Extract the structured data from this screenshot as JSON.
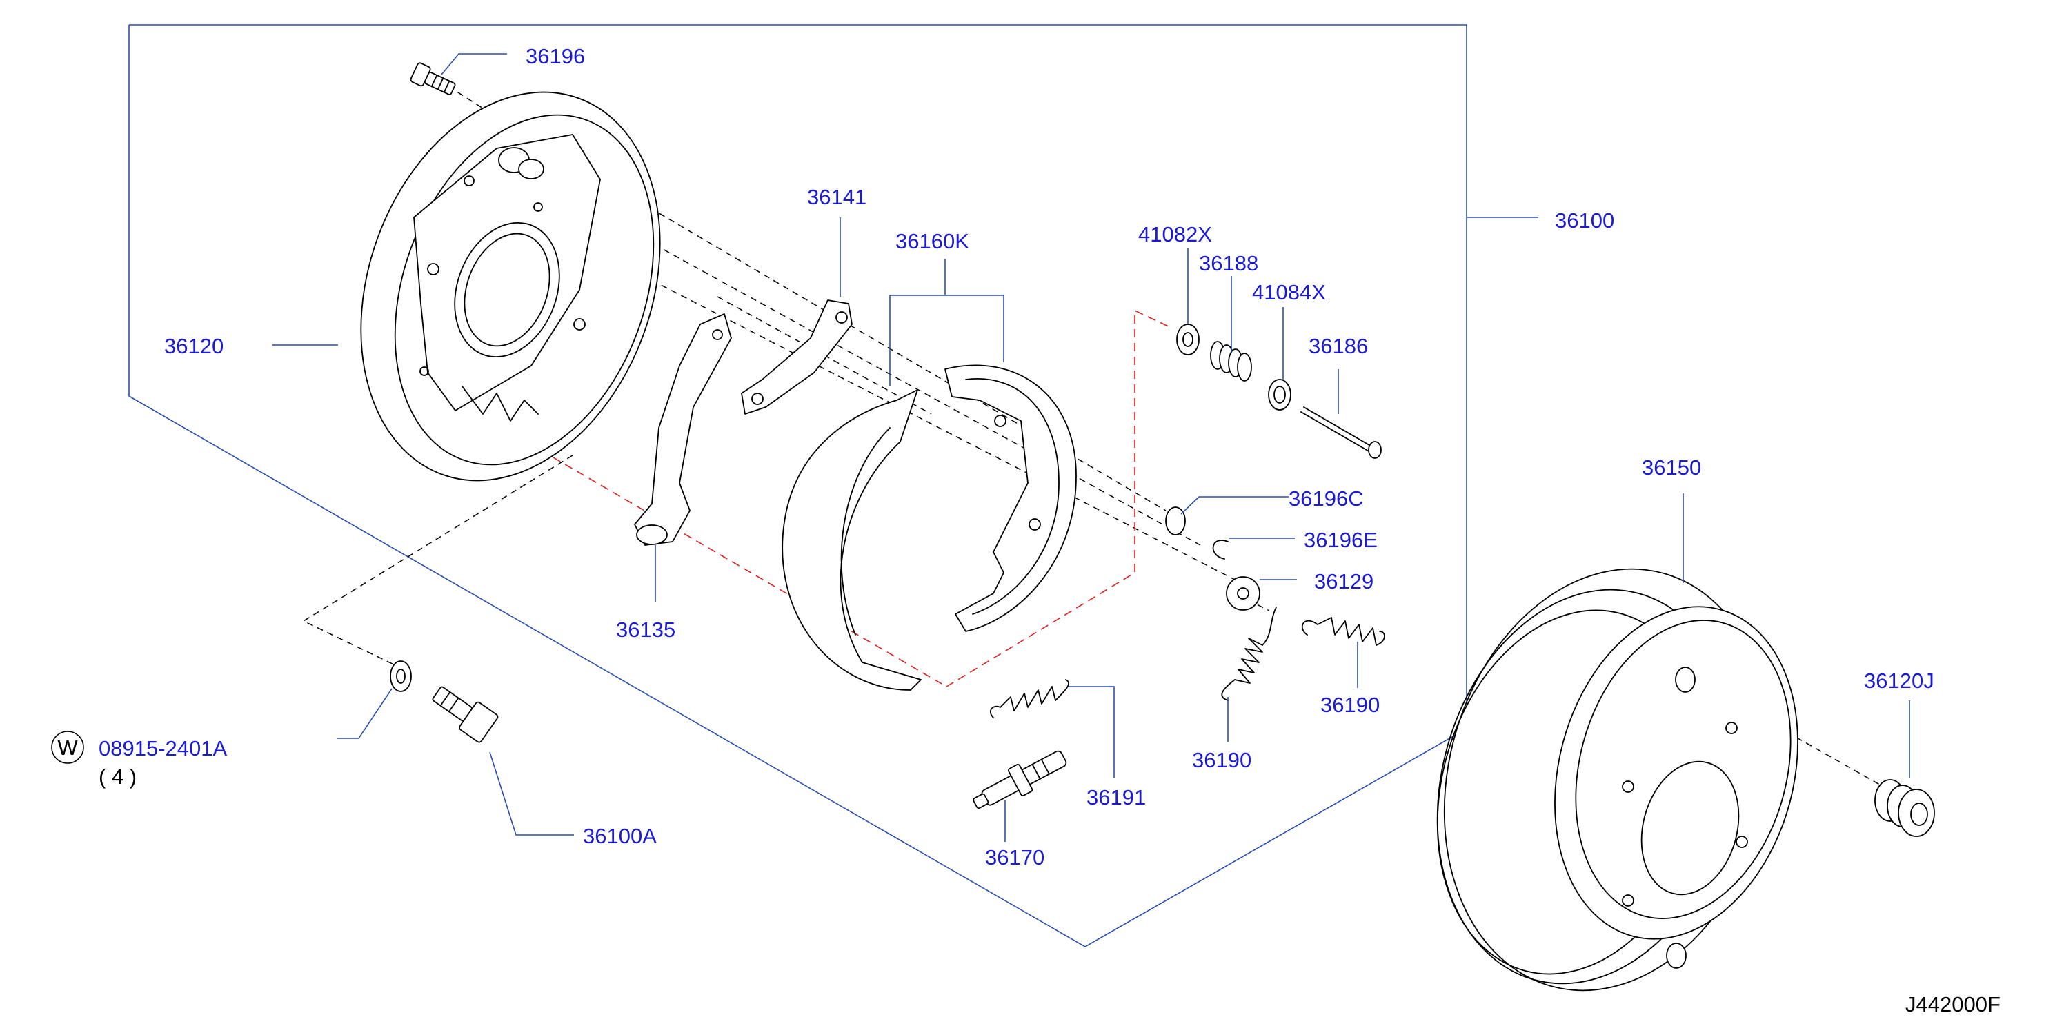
{
  "part_numbers": {
    "p36196": "36196",
    "p36100": "36100",
    "p36120": "36120",
    "p36141": "36141",
    "p36160K": "36160K",
    "p41082X": "41082X",
    "p36188": "36188",
    "p41084X": "41084X",
    "p36186": "36186",
    "p36196C": "36196C",
    "p36196E": "36196E",
    "p36129": "36129",
    "p36135": "36135",
    "p36190a": "36190",
    "p36190b": "36190",
    "p36191": "36191",
    "p36170": "36170",
    "p36100A": "36100A",
    "p36150": "36150",
    "p36120J": "36120J",
    "p08915": "08915-2401A"
  },
  "washer_symbol": "W",
  "quantity": "( 4 )",
  "diagram_code": "J442000F",
  "colors": {
    "part_number": "#1a1ad8",
    "leader": "#2a4fb0",
    "red_dash": "#e02020"
  }
}
